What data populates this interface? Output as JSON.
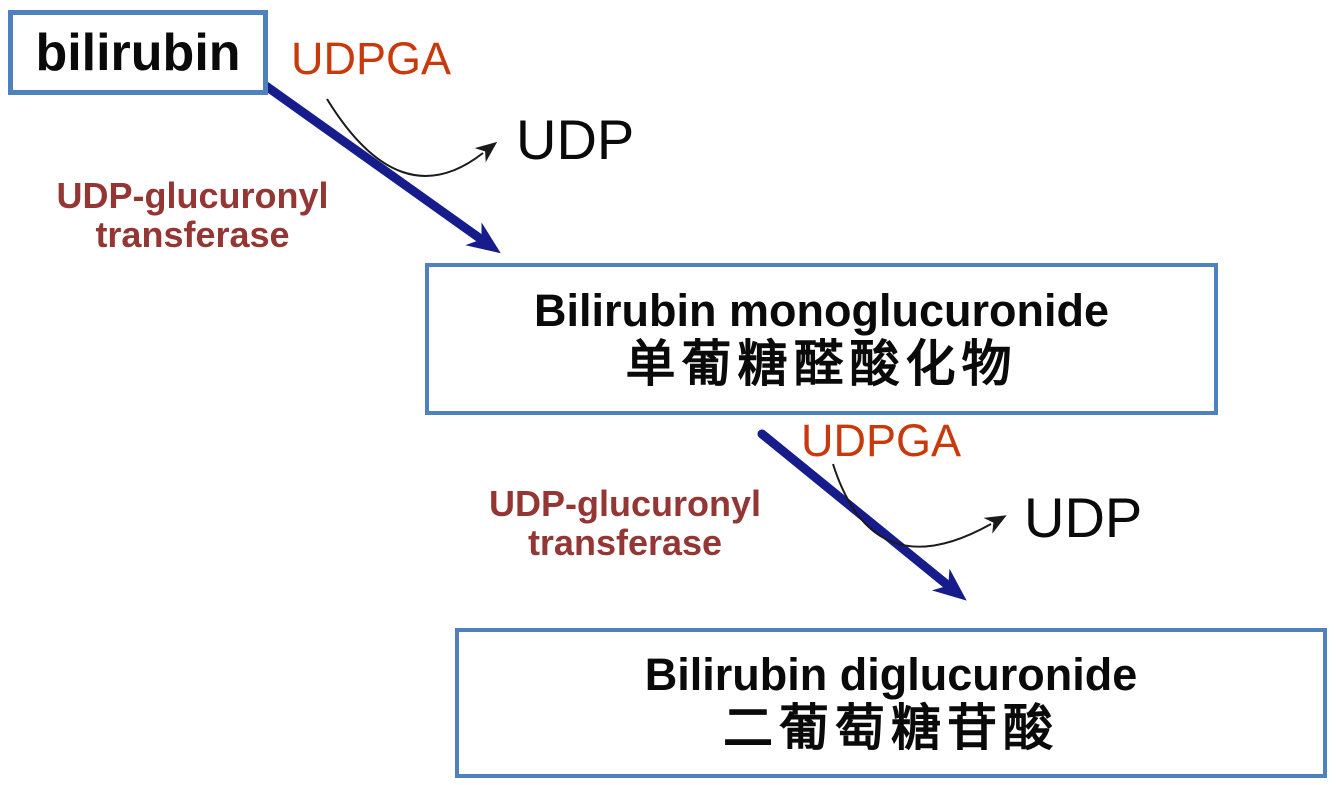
{
  "colors": {
    "box_border": "#4E81BD",
    "arrow_navy": "#171C8D",
    "cofactor": "#C83A0C",
    "enzyme": "#943634",
    "text": "#0a0a0a"
  },
  "boxes": {
    "bilirubin": {
      "label": "bilirubin"
    },
    "monoglucuronide": {
      "label_en": "Bilirubin monoglucuronide",
      "label_zh": "单葡糖醛酸化物"
    },
    "diglucuronide": {
      "label_en": "Bilirubin diglucuronide",
      "label_zh": "二葡萄糖苷酸"
    }
  },
  "reactions": [
    {
      "cofactor_in": "UDPGA",
      "cofactor_out": "UDP",
      "enzyme_line1": "UDP-glucuronyl",
      "enzyme_line2": "transferase"
    },
    {
      "cofactor_in": "UDPGA",
      "cofactor_out": "UDP",
      "enzyme_line1": "UDP-glucuronyl",
      "enzyme_line2": "transferase"
    }
  ]
}
